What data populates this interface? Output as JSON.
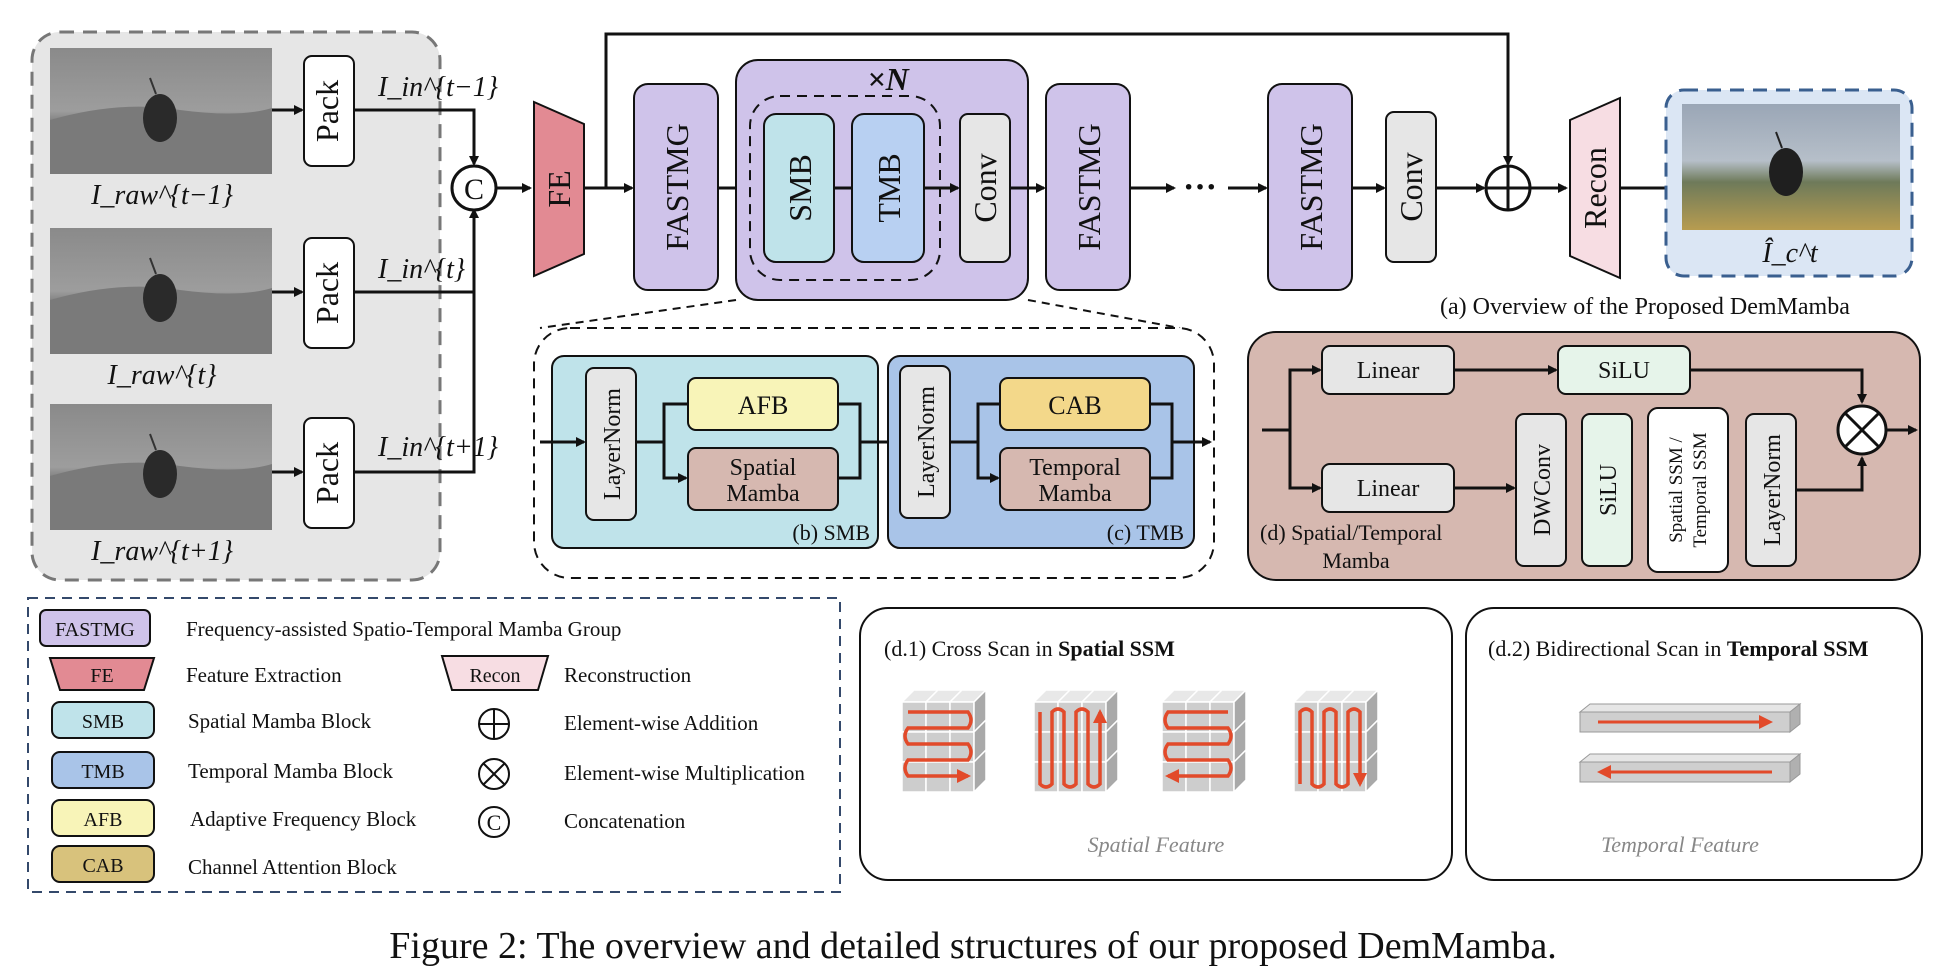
{
  "inputs": {
    "raw_prev_label": "I_raw^{t−1}",
    "raw_cur_label": "I_raw^{t}",
    "raw_next_label": "I_raw^{t+1}",
    "in_prev_label": "I_in^{t−1}",
    "in_cur_label": "I_in^{t}",
    "in_next_label": "I_in^{t+1}",
    "pack_label": "Pack"
  },
  "overview": {
    "concat_symbol": "C",
    "fe": "FE",
    "fastmg": "FASTMG",
    "times_n": "×N",
    "smb": "SMB",
    "tmb": "TMB",
    "conv": "Conv",
    "dots": "···",
    "recon": "Recon",
    "output_label": "Î_c^t",
    "title": "(a) Overview of the Proposed DemMamba"
  },
  "smb_detail": {
    "layernorm": "LayerNorm",
    "afb": "AFB",
    "spatial_mamba_1": "Spatial",
    "spatial_mamba_2": "Mamba",
    "caption": "(b) SMB"
  },
  "tmb_detail": {
    "layernorm": "LayerNorm",
    "cab": "CAB",
    "temporal_mamba_1": "Temporal",
    "temporal_mamba_2": "Mamba",
    "caption": "(c) TMB"
  },
  "mamba_detail": {
    "linear_top": "Linear",
    "silu_top": "SiLU",
    "linear_bottom": "Linear",
    "dwconv": "DWConv",
    "silu_bottom": "SiLU",
    "ssm_1": "Spatial SSM /",
    "ssm_2": "Temporal SSM",
    "layernorm": "LayerNorm",
    "caption_1": "(d) Spatial/Temporal",
    "caption_2": "Mamba"
  },
  "legend": {
    "items": [
      {
        "abbr": "FASTMG",
        "text": "Frequency-assisted Spatio-Temporal Mamba Group"
      },
      {
        "abbr": "FE",
        "text": "Feature Extraction"
      },
      {
        "abbr": "SMB",
        "text": "Spatial Mamba Block"
      },
      {
        "abbr": "TMB",
        "text": "Temporal Mamba Block"
      },
      {
        "abbr": "AFB",
        "text": "Adaptive Frequency Block"
      },
      {
        "abbr": "CAB",
        "text": "Channel Attention Block"
      },
      {
        "abbr": "Recon",
        "text": "Reconstruction"
      },
      {
        "abbr": "⊕",
        "text": "Element-wise Addition"
      },
      {
        "abbr": "⊗",
        "text": "Element-wise Multiplication"
      },
      {
        "abbr": "C",
        "text": "Concatenation"
      }
    ]
  },
  "scan_spatial": {
    "title_prefix": "(d.1) Cross Scan in ",
    "title_bold": "Spatial SSM",
    "feature_label": "Spatial Feature"
  },
  "scan_temporal": {
    "title_prefix": "(d.2) Bidirectional Scan in ",
    "title_bold": "Temporal SSM",
    "feature_label": "Temporal Feature"
  },
  "caption": "Figure 2: The overview and detailed structures of our proposed DemMamba.",
  "colors": {
    "fastmg": "#cfc3ea",
    "fe": "#e28a93",
    "smb": "#bfe3ea",
    "tmb": "#b8d0f2",
    "afb": "#f8f4b8",
    "cab": "#f3d88a",
    "recon": "#f7dde3",
    "mamba_panel": "#d6b8b0",
    "input_panel": "#e6e6e6",
    "scan_red": "#e24a2a"
  }
}
